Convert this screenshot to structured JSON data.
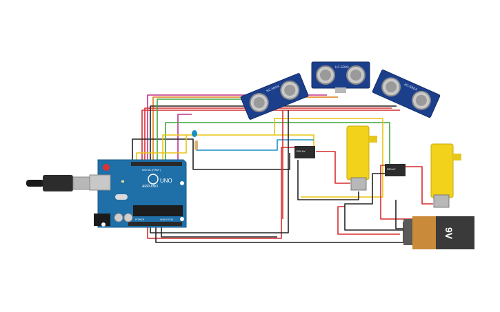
{
  "arduino": {
    "brand_label": "ARDUINO",
    "model_label": "UNO",
    "digital_label": "DIGITAL (PWM~)",
    "power_label": "POWER",
    "analog_label": "ANALOG IN"
  },
  "sensors": [
    {
      "label": "HC-SR04"
    },
    {
      "label": "HC-SR04"
    },
    {
      "label": "HC-SR04"
    }
  ],
  "relays": [
    {
      "label": "RELAY"
    },
    {
      "label": "RELAY"
    }
  ],
  "battery": {
    "label": "9V"
  },
  "colors": {
    "background": "#ffffff",
    "board": "#1f6fa8",
    "sensor_board": "#1c3f8c",
    "motor_yellow": "#f2d21b",
    "battery_body": "#3a3a3a",
    "battery_band": "#c98a3a",
    "wire_red": "#d62b2b",
    "wire_black": "#222222",
    "wire_yellow": "#e8c410",
    "wire_green": "#3aa63a",
    "wire_blue": "#1a8fc4",
    "wire_magenta": "#c0308a",
    "wire_orange": "#e07a10"
  }
}
